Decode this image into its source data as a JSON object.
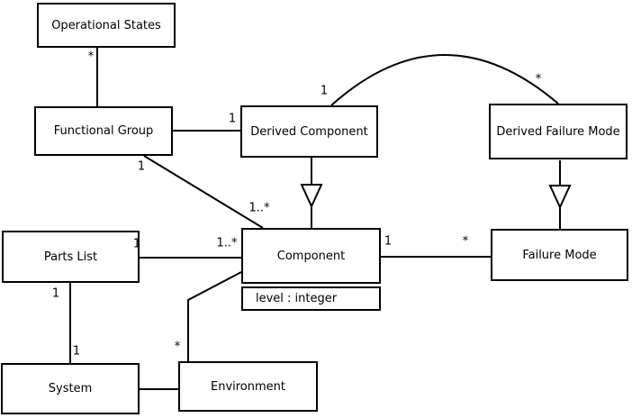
{
  "diagram": {
    "type": "UML class diagram",
    "background_color": "#ffffff",
    "line_color": "#000000",
    "box_fill": "#ffffff",
    "classes": [
      {
        "id": "operational-states",
        "label": "Operational States"
      },
      {
        "id": "functional-group",
        "label": "Functional Group"
      },
      {
        "id": "derived-component",
        "label": "Derived Component"
      },
      {
        "id": "derived-failure-mode",
        "label": "Derived Failure Mode"
      },
      {
        "id": "parts-list",
        "label": "Parts List"
      },
      {
        "id": "component",
        "label": "Component",
        "attributes": [
          "level : integer"
        ]
      },
      {
        "id": "failure-mode",
        "label": "Failure Mode"
      },
      {
        "id": "system",
        "label": "System"
      },
      {
        "id": "environment",
        "label": "Environment"
      }
    ],
    "multiplicity_labels": [
      {
        "text": "*",
        "edge": "operational-states-functional-group",
        "near": "operational-states"
      },
      {
        "text": "1",
        "edge": "functional-group-component",
        "near": "functional-group"
      },
      {
        "text": "1",
        "edge": "functional-group-derived-component",
        "near": "derived-component"
      },
      {
        "text": "1",
        "edge": "derived-component-derived-failure-mode",
        "near": "derived-component"
      },
      {
        "text": "*",
        "edge": "derived-component-derived-failure-mode",
        "near": "derived-failure-mode"
      },
      {
        "text": "1..*",
        "edge": "functional-group-component",
        "near": "component"
      },
      {
        "text": "1",
        "edge": "parts-list-component",
        "near": "parts-list"
      },
      {
        "text": "1..*",
        "edge": "parts-list-component",
        "near": "component"
      },
      {
        "text": "1",
        "edge": "component-failure-mode",
        "near": "component"
      },
      {
        "text": "*",
        "edge": "component-failure-mode",
        "near": "failure-mode"
      },
      {
        "text": "1",
        "edge": "parts-list-system",
        "near": "parts-list"
      },
      {
        "text": "1",
        "edge": "parts-list-system",
        "near": "system"
      },
      {
        "text": "*",
        "edge": "component-environment",
        "near": "environment"
      }
    ],
    "relationships": [
      {
        "from": "operational-states",
        "to": "functional-group",
        "type": "association"
      },
      {
        "from": "functional-group",
        "to": "derived-component",
        "type": "association"
      },
      {
        "from": "functional-group",
        "to": "component",
        "type": "association"
      },
      {
        "from": "derived-component",
        "to": "component",
        "type": "generalization",
        "triangle_toward": "component"
      },
      {
        "from": "derived-component",
        "to": "derived-failure-mode",
        "type": "association",
        "style": "arc"
      },
      {
        "from": "derived-failure-mode",
        "to": "failure-mode",
        "type": "generalization",
        "triangle_toward": "failure-mode"
      },
      {
        "from": "parts-list",
        "to": "component",
        "type": "association"
      },
      {
        "from": "component",
        "to": "failure-mode",
        "type": "association"
      },
      {
        "from": "parts-list",
        "to": "system",
        "type": "association"
      },
      {
        "from": "system",
        "to": "environment",
        "type": "association"
      },
      {
        "from": "component",
        "to": "environment",
        "type": "association"
      }
    ]
  }
}
